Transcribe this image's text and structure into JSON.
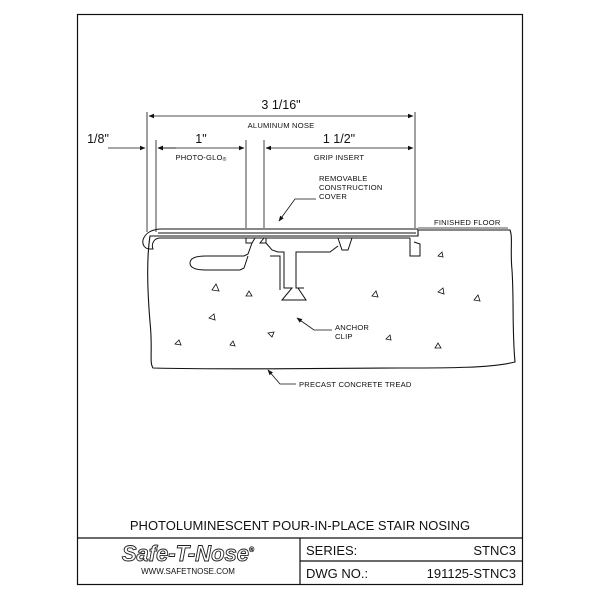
{
  "dimensions": {
    "overall": "3 1/16\"",
    "offset": "1/8\"",
    "photo_glo_width": "1\"",
    "grip_insert_width": "1 1/2\""
  },
  "labels": {
    "aluminum_nose": "ALUMINUM NOSE",
    "photo_glo": "PHOTO-GLO",
    "photo_glo_mark": "®",
    "grip_insert": "GRIP INSERT",
    "removable_cover_1": "REMOVABLE",
    "removable_cover_2": "CONSTRUCTION",
    "removable_cover_3": "COVER",
    "finished_floor": "FINISHED FLOOR",
    "anchor_clip_1": "ANCHOR",
    "anchor_clip_2": "CLIP",
    "precast_tread": "PRECAST CONCRETE TREAD"
  },
  "title_block": {
    "title": "PHOTOLUMINESCENT POUR-IN-PLACE STAIR NOSING",
    "logo": "Safe-T-Nose",
    "logo_mark": "®",
    "website": "WWW.SAFETNOSE.COM",
    "series_label": "SERIES:",
    "series_value": "STNC3",
    "dwg_label": "DWG NO.:",
    "dwg_value": "191125-STNC3"
  }
}
